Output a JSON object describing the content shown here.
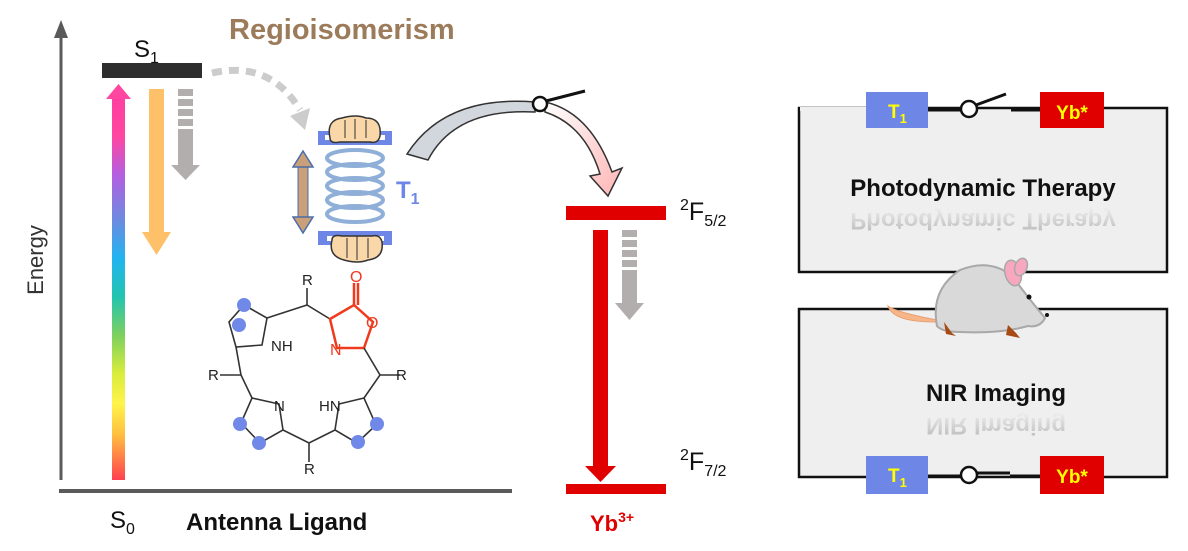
{
  "diagram": {
    "title": "Regioisomerism",
    "energy_axis_label": "Energy",
    "antenna": {
      "s1_label": "S",
      "s1_sub": "1",
      "s0_label": "S",
      "s0_sub": "0",
      "t1_label": "T",
      "t1_sub": "1",
      "caption": "Antenna Ligand"
    },
    "molecule": {
      "substituent": "R",
      "nh1": "NH",
      "nh2": "HN",
      "n1": "N",
      "oxazolone_n": "N",
      "oxazolone_o_ring": "O",
      "oxazolone_o_carbonyl": "O"
    },
    "ytterbium": {
      "upper_level_sup": "2",
      "upper_level": "F",
      "upper_level_sub": "5/2",
      "lower_level_sup": "2",
      "lower_level": "F",
      "lower_level_sub": "7/2",
      "ion_label": "Yb",
      "ion_charge": "3+"
    },
    "applications": [
      {
        "title": "Photodynamic Therapy",
        "left_box": "T",
        "left_box_sub": "1",
        "right_box": "Yb*",
        "switch_state": "open"
      },
      {
        "title": "NIR Imaging",
        "left_box": "T",
        "left_box_sub": "1",
        "right_box": "Yb*",
        "switch_state": "closed"
      }
    ],
    "colors": {
      "title_brown": "#9C7B5B",
      "t1_blue": "#6E86E6",
      "yb_red": "#E00000",
      "box_text_yellow": "#FFFF00",
      "panel_gray": "#EFEFEF",
      "orange_arrow": "#FFC06A",
      "gray_arrow": "#B3AEAE",
      "molecule_red": "#F03A1E",
      "dot_blue": "#7088E8"
    }
  }
}
